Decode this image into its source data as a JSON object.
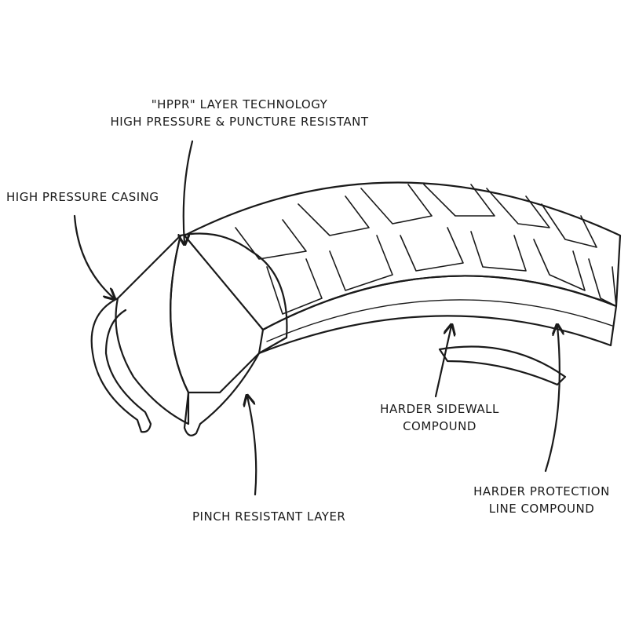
{
  "labels": {
    "hppr_line1": "\"HPPR\" Layer Technology",
    "hppr_line2": "High Pressure & Puncture Resistant",
    "casing": "High Pressure Casing",
    "sidewall_line1": "Harder Sidewall",
    "sidewall_line2": "Compound",
    "protection_line1": "Harder Protection",
    "protection_line2": "Line Compound",
    "pinch": "Pinch Resistant Layer"
  }
}
